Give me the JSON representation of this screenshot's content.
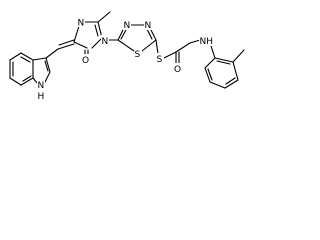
{
  "molecule": {
    "atoms": [
      {
        "id": "n_imid_top",
        "label": "N"
      },
      {
        "id": "o_imid",
        "label": "O"
      },
      {
        "id": "n_imid_ring",
        "label": "N"
      },
      {
        "id": "n_td_1",
        "label": "N"
      },
      {
        "id": "n_td_2",
        "label": "N"
      },
      {
        "id": "s_td",
        "label": "S"
      },
      {
        "id": "s_thio",
        "label": "S"
      },
      {
        "id": "o_carbonyl",
        "label": "O"
      },
      {
        "id": "nh_amine",
        "label": "NH"
      },
      {
        "id": "nh_indole",
        "label": "N"
      },
      {
        "id": "h_indole",
        "label": "H"
      }
    ]
  }
}
